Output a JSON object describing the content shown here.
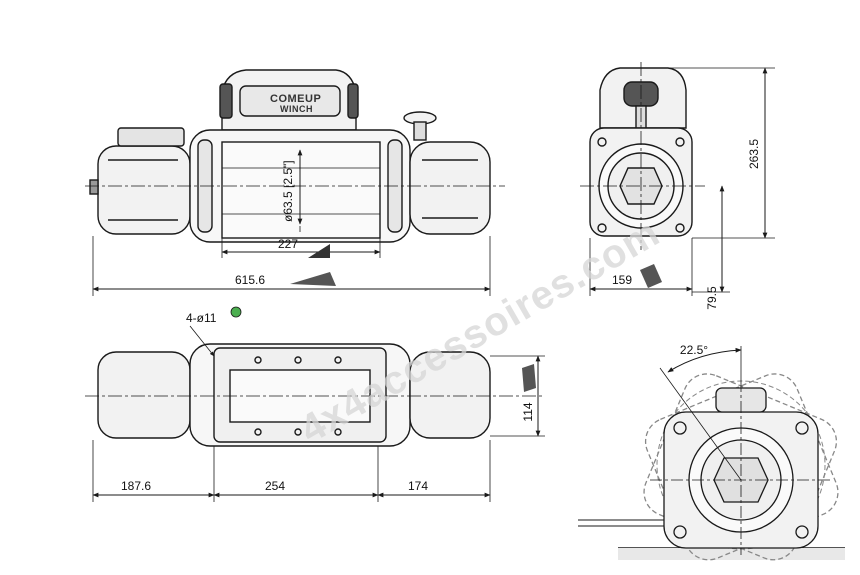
{
  "brand": {
    "line1": "COMEUP",
    "line2": "WINCH"
  },
  "watermark": {
    "text": "4x4accessoires.com"
  },
  "colors": {
    "line": "#1a1a1a",
    "body": "#f2f2f2",
    "dark": "#555555",
    "watermark": "#d6d6d6",
    "marker": "#4caf50"
  },
  "front_view": {
    "drum_diameter": "ø63.5 [2.5\"]",
    "drum_length": "227",
    "overall_length": "615.6"
  },
  "side_view": {
    "height": "263.5",
    "width": "159",
    "base_height": "79.5"
  },
  "top_view": {
    "holes": "4-ø11",
    "left_dim": "187.6",
    "mid_dim": "254",
    "right_dim": "174",
    "depth": "114"
  },
  "detail_view": {
    "angle": "22.5°"
  }
}
